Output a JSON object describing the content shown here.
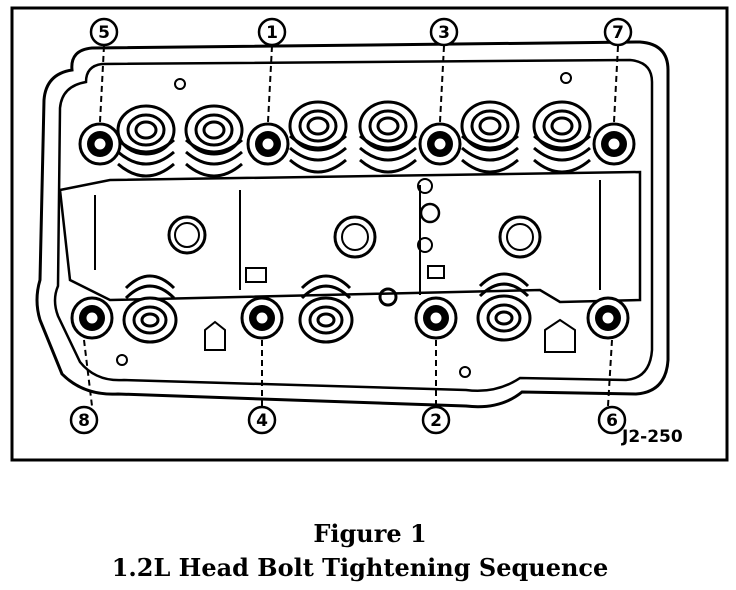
{
  "figure": {
    "title": "Figure 1",
    "subtitle": "1.2L Head Bolt Tightening Sequence",
    "reference_code": "J2-250"
  },
  "bolts": [
    {
      "label": "5",
      "row": "top",
      "position": 1
    },
    {
      "label": "1",
      "row": "top",
      "position": 2
    },
    {
      "label": "3",
      "row": "top",
      "position": 3
    },
    {
      "label": "7",
      "row": "top",
      "position": 4
    },
    {
      "label": "8",
      "row": "bottom",
      "position": 1
    },
    {
      "label": "4",
      "row": "bottom",
      "position": 2
    },
    {
      "label": "2",
      "row": "bottom",
      "position": 3
    },
    {
      "label": "6",
      "row": "bottom",
      "position": 4
    }
  ],
  "colors": {
    "ink": "#000000",
    "paper": "#ffffff"
  }
}
